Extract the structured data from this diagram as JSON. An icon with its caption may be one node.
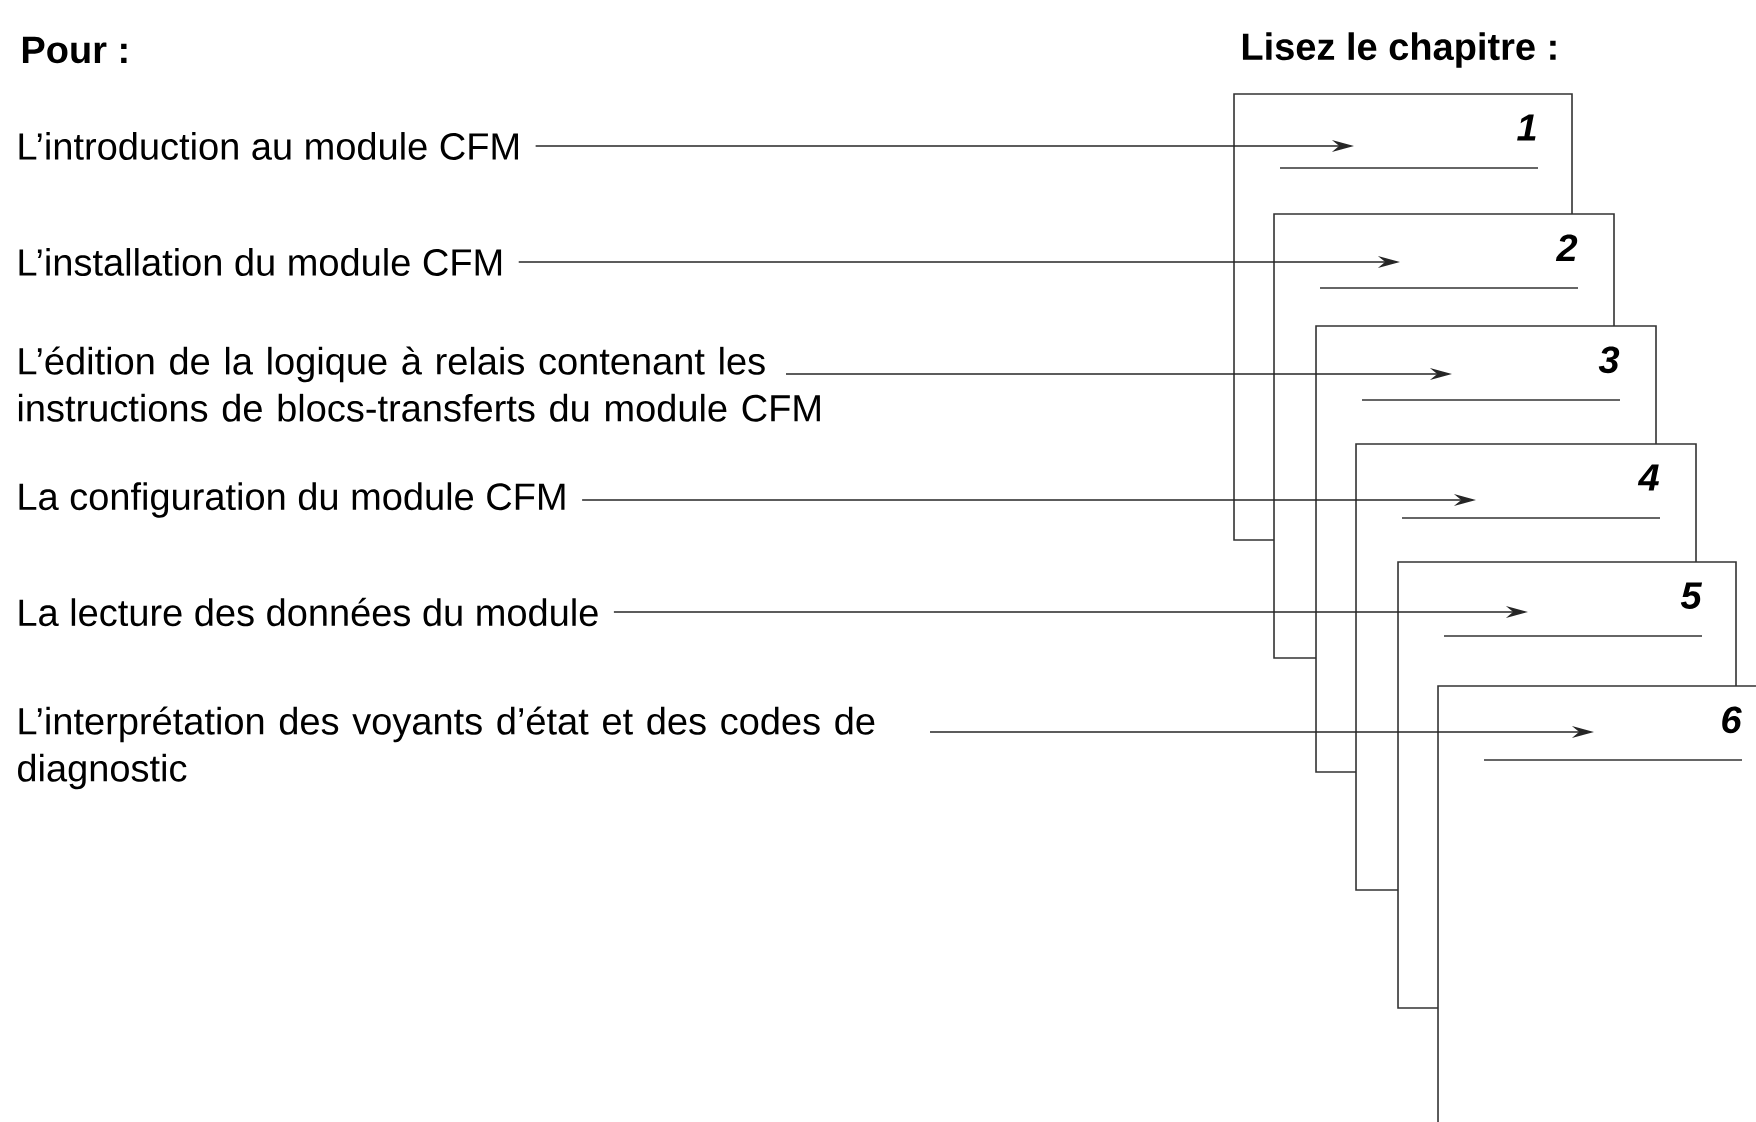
{
  "diagram": {
    "nodes": [
      {
        "text": [
          "L’introduction au module CFM"
        ]
      },
      {
        "text": [
          "L’installation du module CFM"
        ]
      },
      {
        "text": [
          "L’édition de la logique à relais contenant les instructions de blocs-transferts du module CFM"
        ]
      },
      {
        "text": [
          "La configuration du module CFM"
        ]
      },
      {
        "text": [
          "La lecture des données du module"
        ]
      },
      {
        "text": [
          "L’interprétation des voyants d’état et des codes de diagnostic"
        ]
      },
      {
        "text": [
          "1"
        ]
      },
      {
        "text": [
          "2"
        ]
      },
      {
        "text": [
          "3"
        ]
      },
      {
        "text": [
          "4"
        ]
      },
      {
        "text": [
          "5"
        ]
      },
      {
        "text": [
          "6"
        ]
      }
    ],
    "edges": [
      {
        "from": 0,
        "to": 6,
        "arrow": "to"
      },
      {
        "from": 1,
        "to": 7,
        "arrow": "to"
      },
      {
        "from": 2,
        "to": 8,
        "arrow": "to"
      },
      {
        "from": 3,
        "to": 9,
        "arrow": "to"
      },
      {
        "from": 4,
        "to": 10,
        "arrow": "to"
      },
      {
        "from": 5,
        "to": 11,
        "arrow": "to"
      }
    ],
    "labels": [
      "Pour :",
      "Lisez le chapitre :"
    ]
  }
}
